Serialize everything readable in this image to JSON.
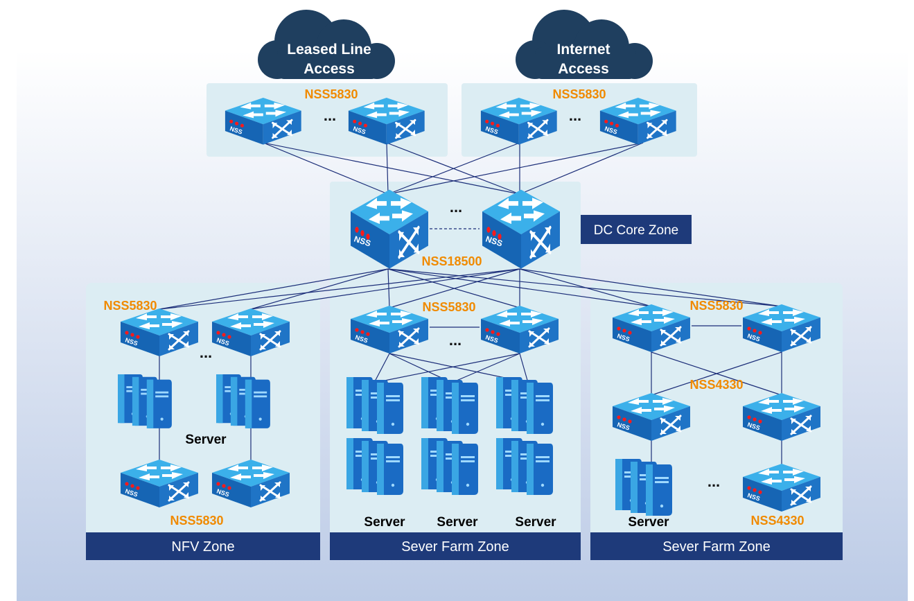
{
  "clouds": {
    "leased": {
      "line1": "Leased Line",
      "line2": "Access"
    },
    "internet": {
      "line1": "Internet",
      "line2": "Access"
    }
  },
  "labels": {
    "top_left_model": "NSS5830",
    "top_right_model": "NSS5830",
    "core_model": "NSS18500",
    "core_zone": "DC Core Zone",
    "nfv_top_model": "NSS5830",
    "nfv_bottom_model": "NSS5830",
    "nfv_server": "Server",
    "farm1_model": "NSS5830",
    "farm1_server_a": "Server",
    "farm1_server_b": "Server",
    "farm1_server_c": "Server",
    "farm2_top_model": "NSS5830",
    "farm2_mid_model": "NSS4330",
    "farm2_bottom_model": "NSS4330",
    "farm2_server": "Server",
    "ellipsis": "..."
  },
  "zones": {
    "nfv": "NFV Zone",
    "farm1": "Sever Farm Zone",
    "farm2": "Sever Farm Zone"
  },
  "device_badge": "NSS",
  "colors": {
    "background_top": "#ffffff",
    "background_bottom": "#bccbe6",
    "panel": "#dcedf3",
    "zone_bar": "#1e3a7a",
    "cloud": "#1f3f5f",
    "model_label": "#f08a00",
    "switch_top": "#3bb0ea",
    "switch_side": "#1a63b8",
    "link": "#1b2d78"
  },
  "icons": {
    "switch": "network-switch-icon",
    "server": "server-rack-icon",
    "cloud": "cloud-icon"
  }
}
